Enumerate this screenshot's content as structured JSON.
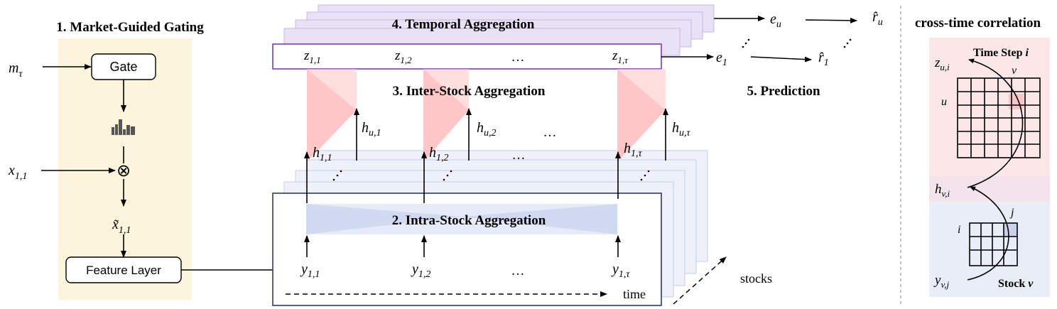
{
  "colors": {
    "gating_panel": "#fdf4dc",
    "temporal_layer": "#e9e1f5",
    "temporal_border": "#b7a6d4",
    "temporal_row_border": "#7a3fb0",
    "intra_layer": "#eef1f9",
    "intra_border": "#2b3a67",
    "red_funnel": "#ffb3b3",
    "blue_funnel": "#c9d3ee",
    "corr_top": "#fbe7e8",
    "corr_mid": "#f3e3ea",
    "corr_bottom": "#e9edf7",
    "cell_highlight_red": "#f7c6c8",
    "cell_highlight_blue": "#c9d2ea",
    "ink": "#000000"
  },
  "gating": {
    "title": "1. Market-Guided Gating",
    "input_market": "m",
    "input_market_sub": "τ",
    "gate_label": "Gate",
    "input_x": "x",
    "input_x_sub": "1,1",
    "gated_x": "x̃",
    "gated_x_sub": "1,1",
    "multiply_symbol": "⊗",
    "bars_icon": "bar-chart-icon",
    "feature_label": "Feature Layer"
  },
  "temporal": {
    "title": "4. Temporal Aggregation",
    "z": [
      {
        "base": "z",
        "sub": "1,1"
      },
      {
        "base": "z",
        "sub": "1,2"
      },
      {
        "base": "…",
        "sub": ""
      },
      {
        "base": "z",
        "sub": "1,τ"
      }
    ],
    "e1": {
      "base": "e",
      "sub": "1"
    },
    "eu": {
      "base": "e",
      "sub": "u"
    },
    "r1": {
      "base": "r̂",
      "sub": "1"
    },
    "ru": {
      "base": "r̂",
      "sub": "u"
    }
  },
  "inter": {
    "title": "3. Inter-Stock Aggregation",
    "h_low": [
      {
        "base": "h",
        "sub": "1,1"
      },
      {
        "base": "h",
        "sub": "1,2"
      },
      {
        "base": "…",
        "sub": ""
      },
      {
        "base": "h",
        "sub": "1,τ"
      }
    ],
    "h_up": [
      {
        "base": "h",
        "sub": "u,1"
      },
      {
        "base": "h",
        "sub": "u,2"
      },
      {
        "base": "…",
        "sub": ""
      },
      {
        "base": "h",
        "sub": "u,τ"
      }
    ]
  },
  "intra": {
    "title": "2. Intra-Stock Aggregation",
    "y": [
      {
        "base": "y",
        "sub": "1,1"
      },
      {
        "base": "y",
        "sub": "1,2"
      },
      {
        "base": "…",
        "sub": ""
      },
      {
        "base": "y",
        "sub": "1,τ"
      }
    ],
    "time_label": "time",
    "stocks_label": "stocks"
  },
  "prediction": {
    "title": "5. Prediction"
  },
  "correlation": {
    "title": "cross-time correlation",
    "time_step_label": "Time Step ",
    "time_step_var": "i",
    "stock_label": "Stock ",
    "stock_var": "v",
    "z_label": {
      "base": "z",
      "sub": "u,i"
    },
    "h_label": {
      "base": "h",
      "sub": "v,i"
    },
    "y_label": {
      "base": "y",
      "sub": "v,j"
    },
    "col_v": "v",
    "row_u": "u",
    "row_i": "i",
    "col_j": "j"
  }
}
